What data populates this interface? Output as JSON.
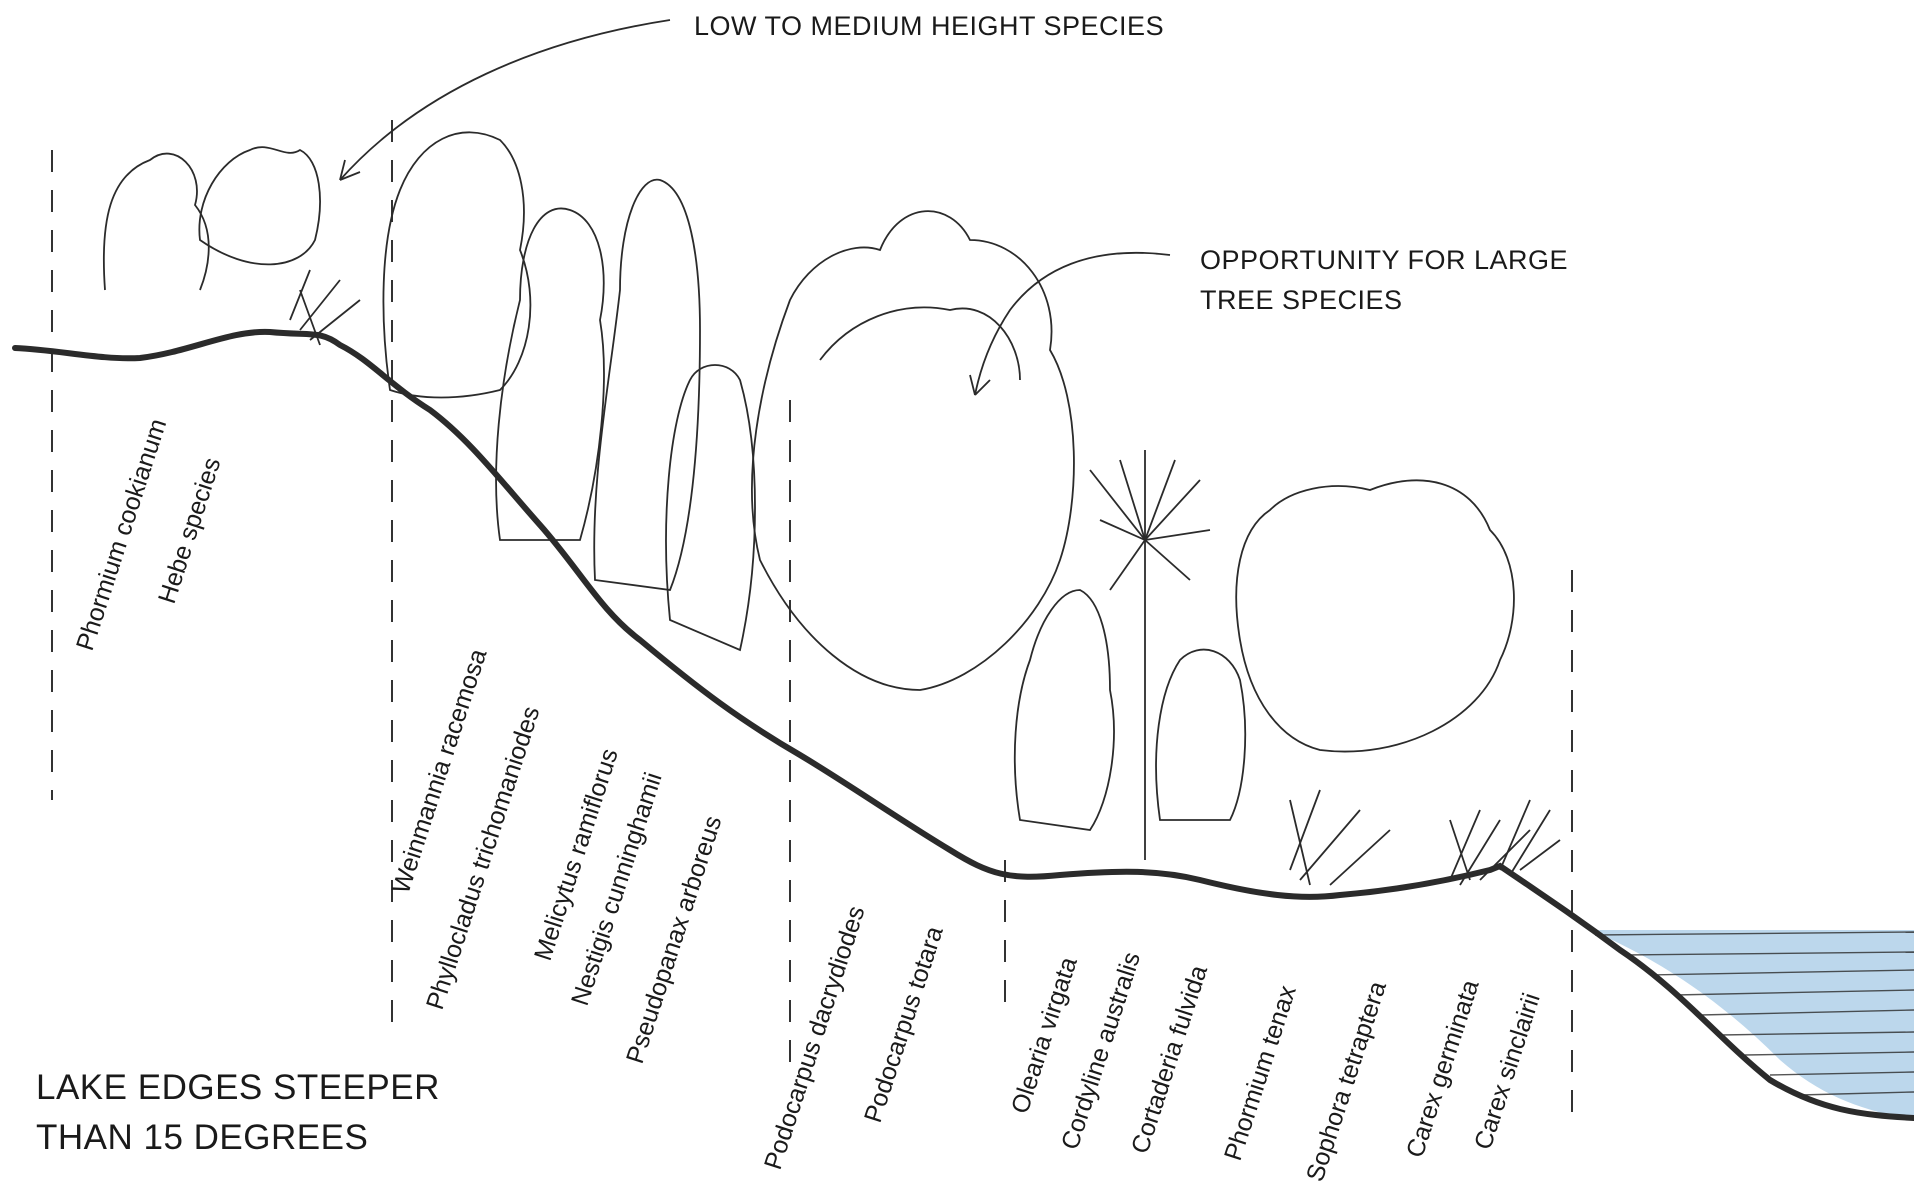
{
  "annotations": {
    "low_medium": "LOW TO MEDIUM HEIGHT SPECIES",
    "large_tree_line1": "OPPORTUNITY FOR LARGE",
    "large_tree_line2": "TREE SPECIES"
  },
  "title": {
    "line1": "LAKE EDGES STEEPER",
    "line2": "THAN 15 DEGREES"
  },
  "species": [
    "Phormium cookianum",
    "Hebe species",
    "Weinmannia racemosa",
    "Phyllocladus trichomaniodes",
    "Melicytus ramiflorus",
    "Nestigis cunninghamii",
    "Pseudopanax arboreus",
    "Podocarpus dacrydiodes",
    "Podocarpus totara",
    "Olearia virgata",
    "Cordyline australis",
    "Cortaderia fulvida",
    "Phormium tenax",
    "Sophora tetraptera",
    "Carex germinata",
    "Carex sinclairii"
  ],
  "colors": {
    "ink": "#1a1a1a",
    "ground": "#2b2b2b",
    "water": "#bcd7ec",
    "water_lines": "#2b2b2b"
  }
}
